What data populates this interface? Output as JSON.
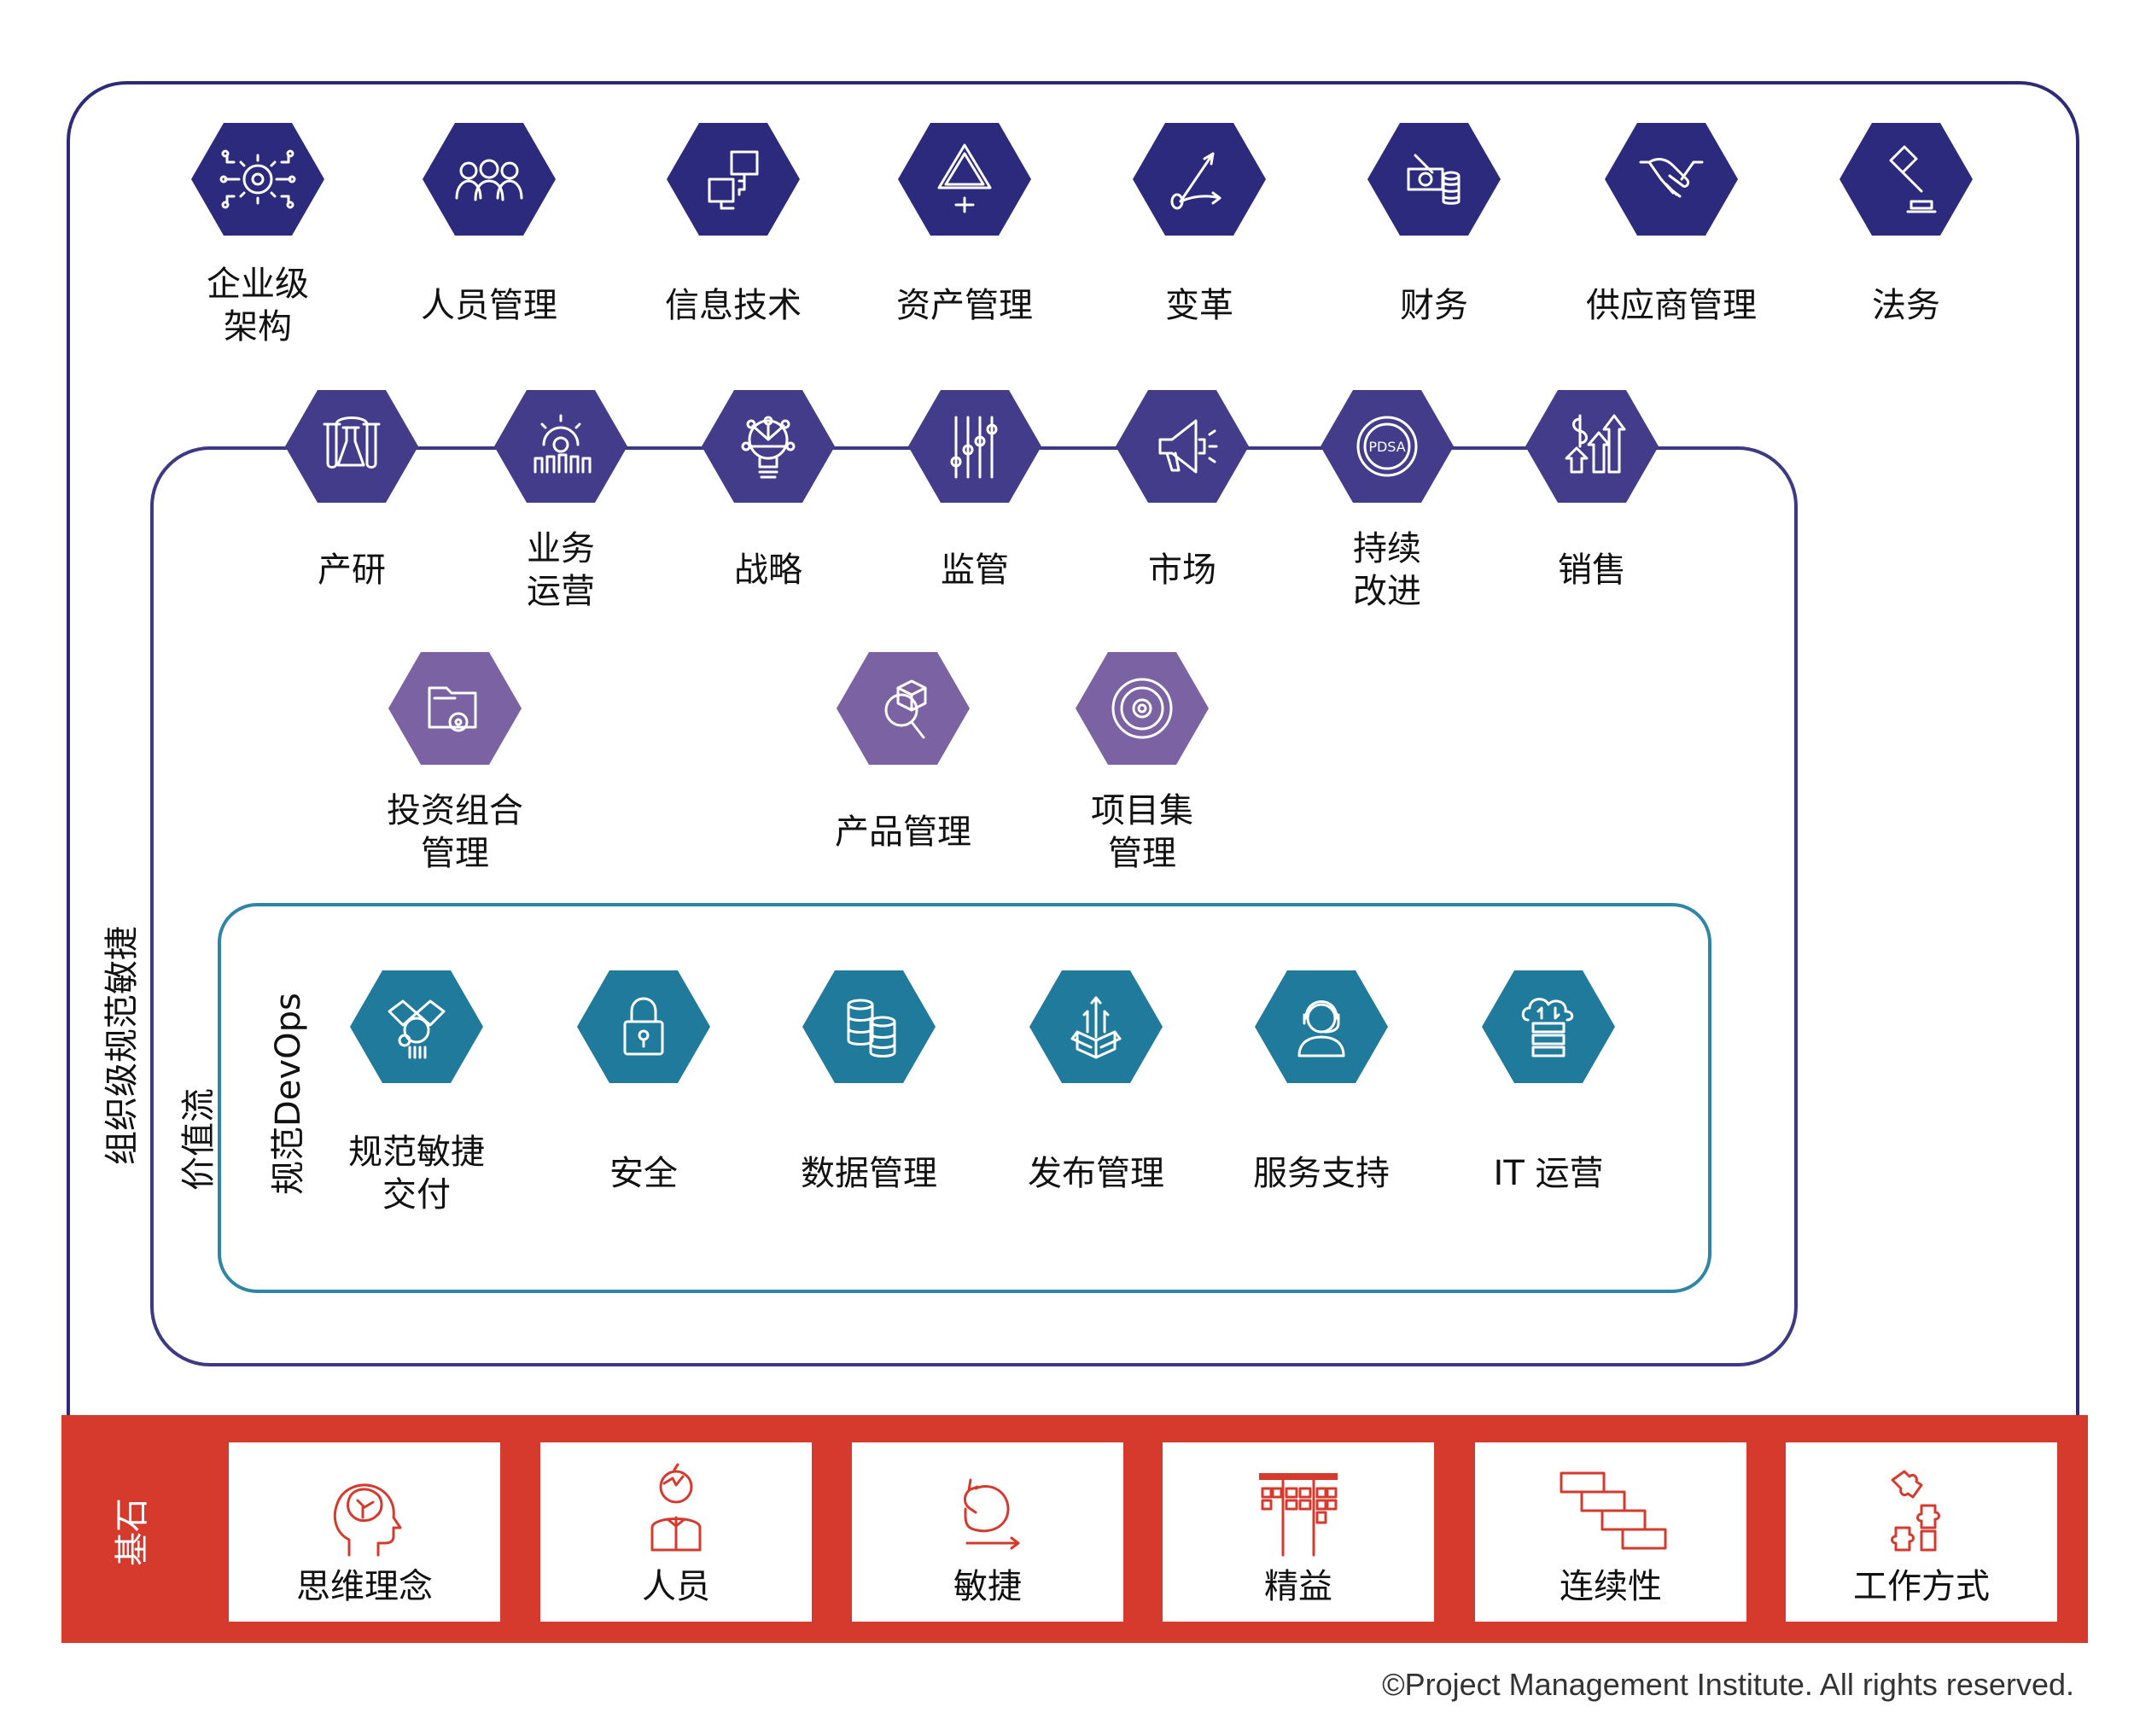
{
  "diagram": {
    "title_vertical_outer": "组织级规范敏捷",
    "title_vertical_middle": "价值流",
    "title_vertical_inner": "规范DevOps",
    "colors": {
      "outer_border": "#2d2a7a",
      "middle_border": "#3d3a85",
      "inner_border": "#2e86a6",
      "row1_hex": "#2b2a7d",
      "row2_hex": "#433c8a",
      "row3_hex": "#7a62a3",
      "row4_hex": "#1f7a9c",
      "foundation": "#d63a2c"
    },
    "enterprise_row": [
      {
        "label": "企业级\n架构",
        "icon": "gear-network-icon"
      },
      {
        "label": "人员管理",
        "icon": "people-group-icon"
      },
      {
        "label": "信息技术",
        "icon": "computers-icon"
      },
      {
        "label": "资产管理",
        "icon": "recycle-icon"
      },
      {
        "label": "变革",
        "icon": "change-arrows-icon"
      },
      {
        "label": "财务",
        "icon": "money-coins-icon"
      },
      {
        "label": "供应商管理",
        "icon": "handshake-icon"
      },
      {
        "label": "法务",
        "icon": "gavel-icon"
      }
    ],
    "value_stream_row": [
      {
        "label": "产研",
        "icon": "lab-flask-icon"
      },
      {
        "label": "业务\n运营",
        "icon": "gear-team-icon"
      },
      {
        "label": "战略",
        "icon": "lightbulb-network-icon"
      },
      {
        "label": "监管",
        "icon": "sliders-icon"
      },
      {
        "label": "市场",
        "icon": "megaphone-icon"
      },
      {
        "label": "持续\n改进",
        "icon": "pdsa-cycle-icon"
      },
      {
        "label": "销售",
        "icon": "dollar-growth-icon"
      }
    ],
    "pdsa_text": "PDSA",
    "management_row": [
      {
        "label": "投资组合\n管理",
        "icon": "folder-gear-icon"
      },
      {
        "label": "产品管理",
        "icon": "box-search-icon"
      },
      {
        "label": "项目集\n管理",
        "icon": "gear-cycle-icon"
      }
    ],
    "devops_row": [
      {
        "label": "规范敏捷\n交付",
        "icon": "engine-icon"
      },
      {
        "label": "安全",
        "icon": "padlock-icon"
      },
      {
        "label": "数据管理",
        "icon": "database-icon"
      },
      {
        "label": "发布管理",
        "icon": "box-arrows-icon"
      },
      {
        "label": "服务支持",
        "icon": "headset-agent-icon"
      },
      {
        "label": "IT 运营",
        "icon": "cloud-server-icon"
      }
    ],
    "foundation": {
      "label": "基石",
      "items": [
        {
          "label": "思维理念",
          "icon": "brain-head-icon"
        },
        {
          "label": "人员",
          "icon": "person-icon"
        },
        {
          "label": "敏捷",
          "icon": "agile-loop-icon"
        },
        {
          "label": "精益",
          "icon": "kanban-board-icon"
        },
        {
          "label": "连续性",
          "icon": "stair-steps-icon"
        },
        {
          "label": "工作方式",
          "icon": "puzzle-icon"
        }
      ]
    },
    "copyright": "©Project Management Institute. All rights reserved."
  }
}
